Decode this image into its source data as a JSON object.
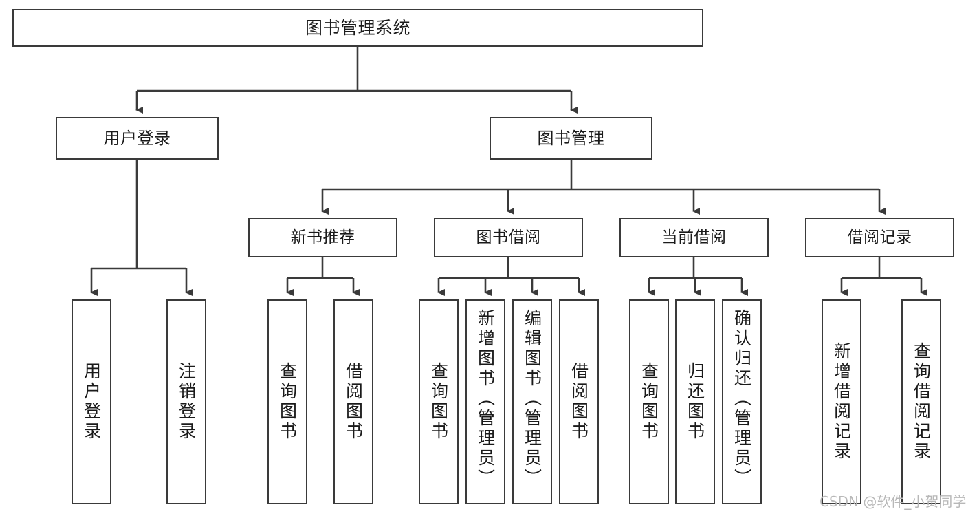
{
  "diagram": {
    "type": "tree-hierarchy",
    "title": "图书管理系统",
    "watermark": "CSDN @软件_小贺同学",
    "colors": {
      "box_border": "#3a3a3a",
      "box_fill": "#ffffff",
      "connector": "#3a3a3a",
      "text": "#1a1a1a",
      "watermark": "#b8b8b8",
      "background": "#ffffff"
    },
    "nodes": {
      "root": {
        "label": "图书管理系统"
      },
      "level2": [
        {
          "label": "用户登录"
        },
        {
          "label": "图书管理"
        }
      ],
      "level3": [
        {
          "label": "新书推荐"
        },
        {
          "label": "图书借阅"
        },
        {
          "label": "当前借阅"
        },
        {
          "label": "借阅记录"
        }
      ],
      "leaves": {
        "user_login": [
          {
            "label": "用户登录"
          },
          {
            "label": "注销登录"
          }
        ],
        "new_book": [
          {
            "label": "查询图书"
          },
          {
            "label": "借阅图书"
          }
        ],
        "book_borrow": [
          {
            "label": "查询图书"
          },
          {
            "label": "新增图书（管理员）"
          },
          {
            "label": "编辑图书（管理员）"
          },
          {
            "label": "借阅图书"
          }
        ],
        "current_borrow": [
          {
            "label": "查询图书"
          },
          {
            "label": "归还图书"
          },
          {
            "label": "确认归还（管理员）"
          }
        ],
        "borrow_record": [
          {
            "label": "新增借阅记录"
          },
          {
            "label": "查询借阅记录"
          }
        ]
      }
    }
  }
}
